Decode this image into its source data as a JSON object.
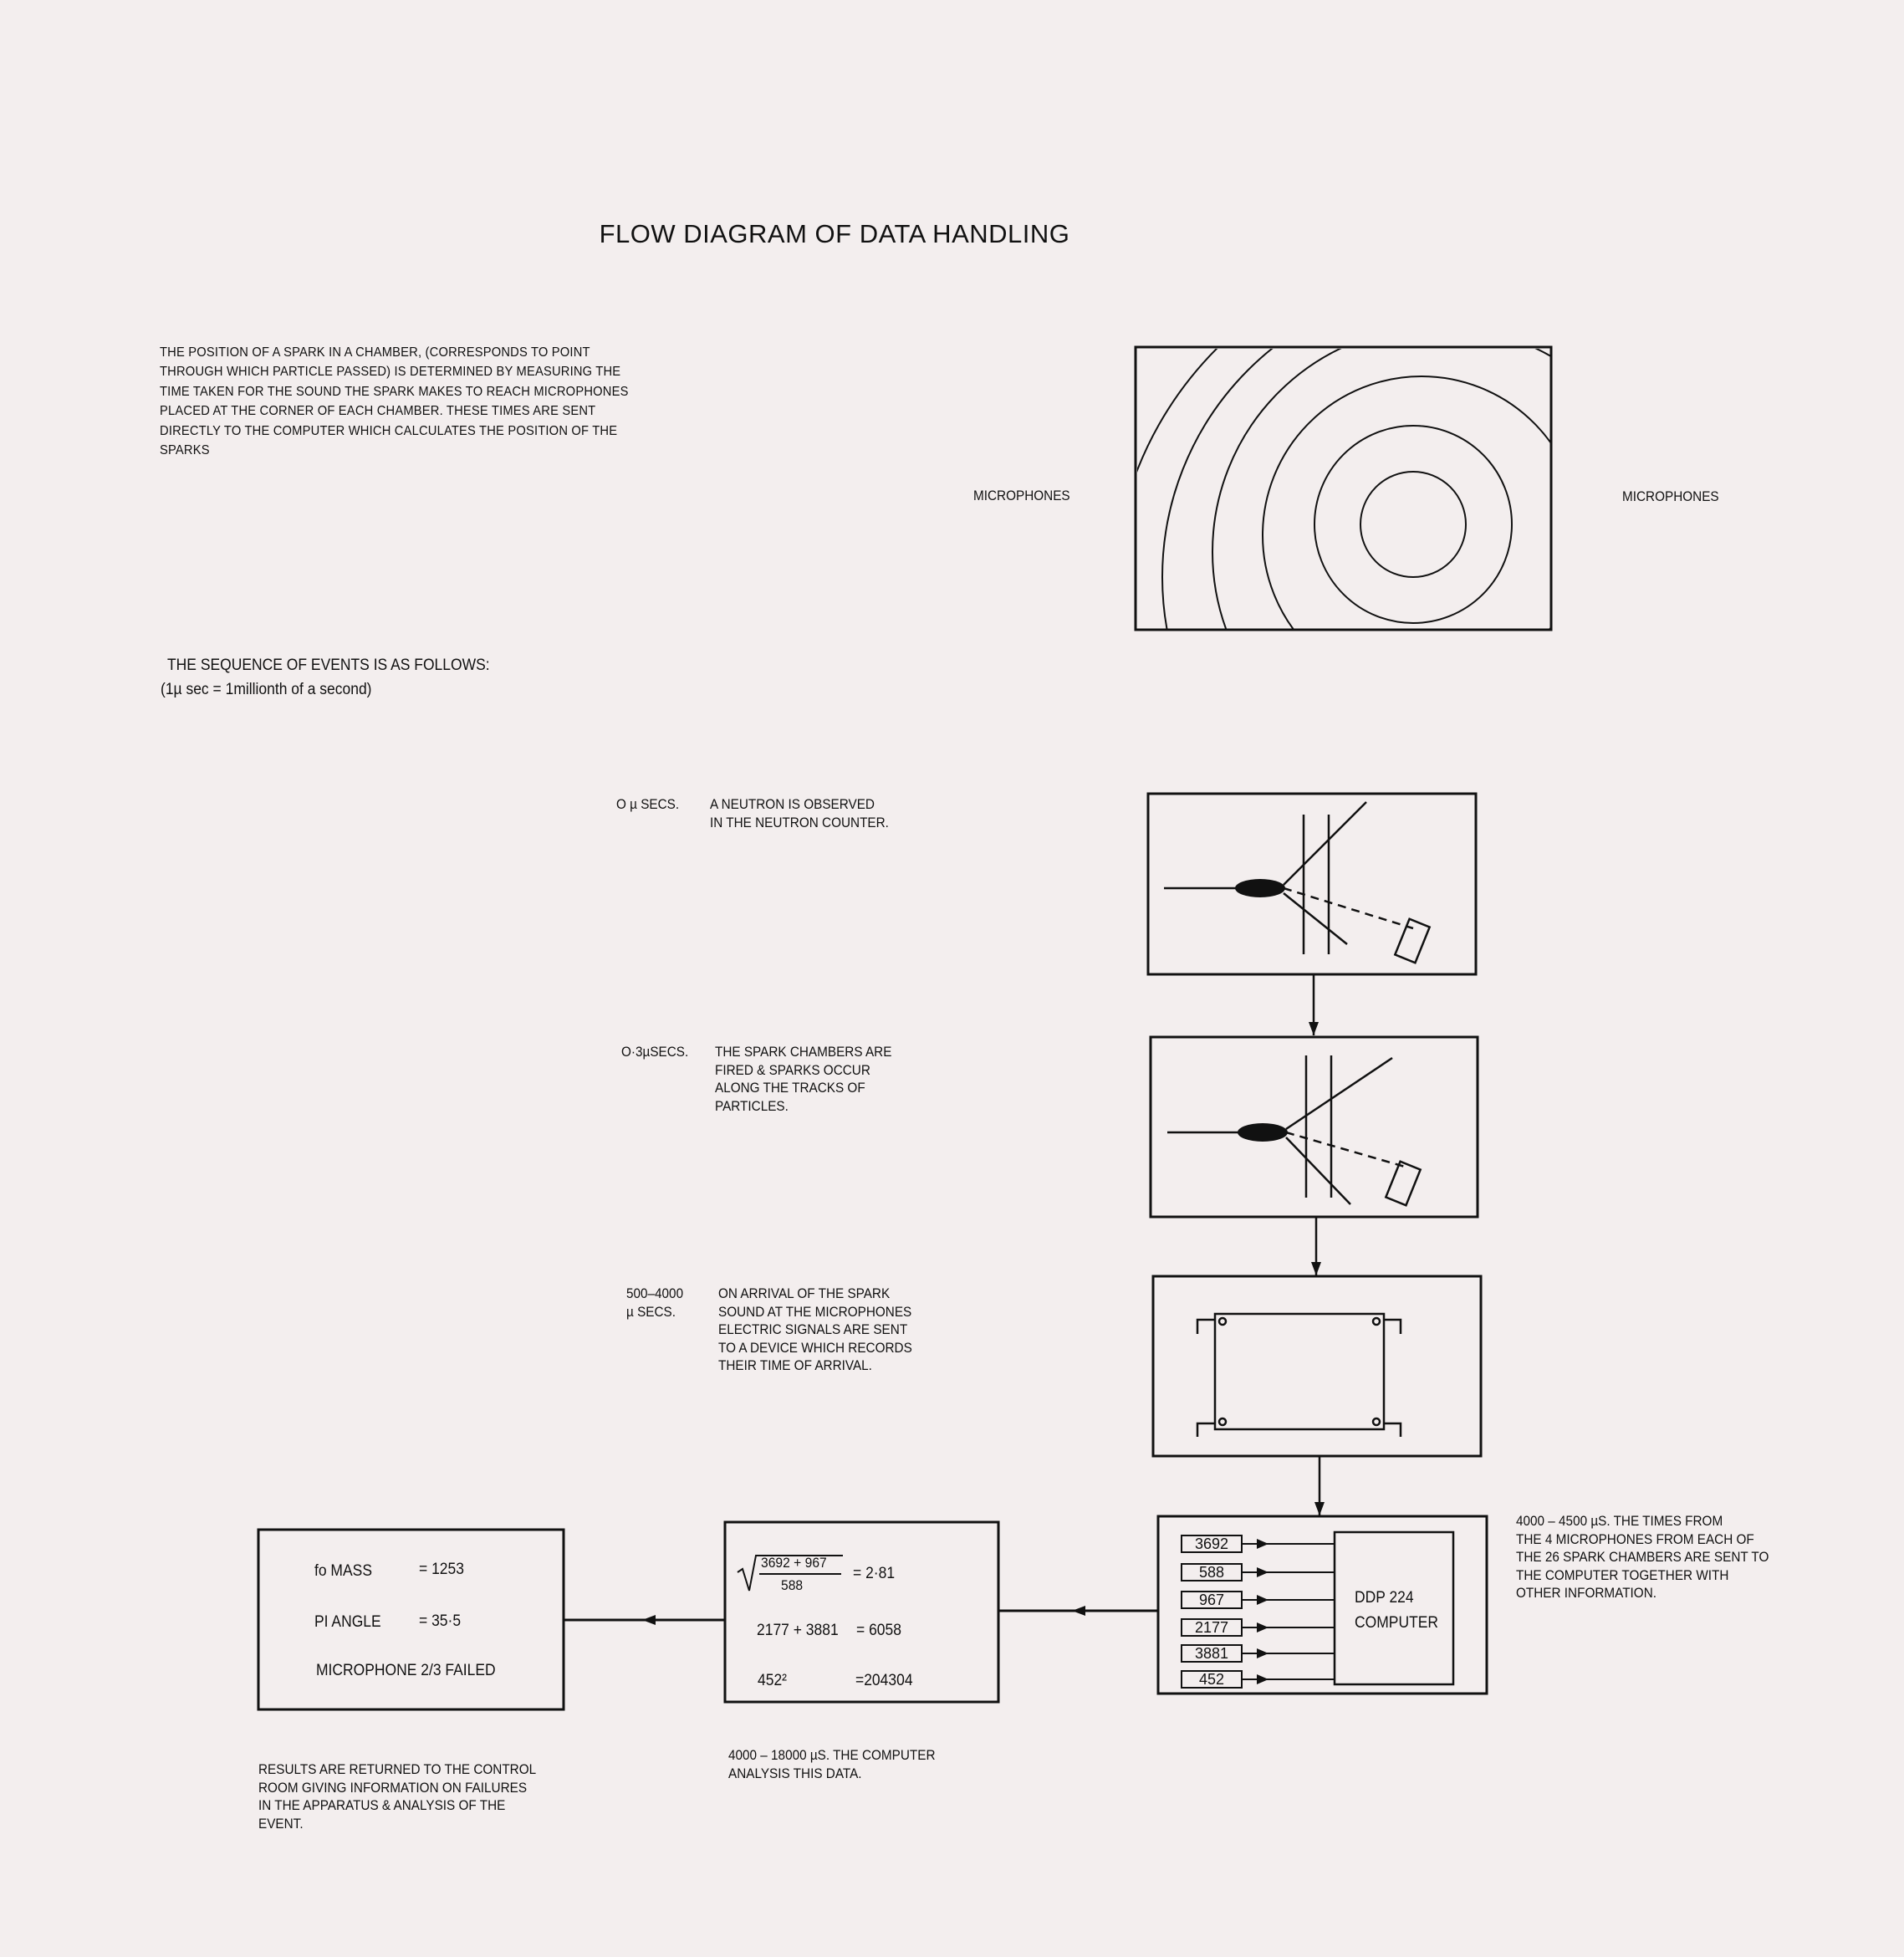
{
  "title": "FLOW DIAGRAM OF DATA HANDLING",
  "intro_lines": [
    "THE POSITION OF A SPARK IN A CHAMBER, (CORRESPONDS TO POINT",
    "THROUGH WHICH PARTICLE PASSED) IS DETERMINED BY MEASURING THE",
    "TIME TAKEN FOR THE SOUND THE SPARK MAKES TO REACH MICROPHONES",
    "PLACED AT THE CORNER OF EACH CHAMBER. THESE TIMES ARE SENT",
    "DIRECTLY TO THE COMPUTER WHICH CALCULATES THE POSITION OF THE",
    "SPARKS"
  ],
  "chamber": {
    "mic_left": "MICROPHONES",
    "mic_right": "MICROPHONES"
  },
  "sequence": {
    "heading": "THE SEQUENCE OF EVENTS IS AS FOLLOWS:",
    "note": "(1µ sec = 1millionth of a second)"
  },
  "events": [
    {
      "time": "O µ SECS.",
      "lines": [
        "A NEUTRON IS OBSERVED",
        "IN THE NEUTRON COUNTER."
      ]
    },
    {
      "time": "O·3µSECS.",
      "lines": [
        "THE SPARK CHAMBERS ARE",
        "FIRED & SPARKS OCCUR",
        "ALONG THE TRACKS OF",
        "PARTICLES."
      ]
    },
    {
      "time": "500–4000",
      "time2": "µ SECS.",
      "lines": [
        "ON ARRIVAL OF THE SPARK",
        "SOUND AT THE MICROPHONES",
        "ELECTRIC SIGNALS ARE SENT",
        "TO A DEVICE WHICH RECORDS",
        "THEIR TIME OF ARRIVAL."
      ]
    },
    {
      "lines": [
        "4000 – 4500 µS. THE TIMES FROM",
        "THE 4 MICROPHONES FROM EACH OF",
        "THE 26 SPARK CHAMBERS ARE SENT TO",
        "THE COMPUTER TOGETHER WITH",
        "OTHER INFORMATION."
      ]
    }
  ],
  "computer": {
    "values": [
      "3692",
      "588",
      "967",
      "2177",
      "3881",
      "452"
    ],
    "name": "DDP 224",
    "label": "COMPUTER"
  },
  "analysis": {
    "numerator": "3692 + 967",
    "denominator": "588",
    "result1": "= 2·81",
    "expr2": "2177 + 3881",
    "result2": "= 6058",
    "expr3": "452²",
    "result3": "=204304",
    "caption": [
      "4000 – 18000 µS. THE COMPUTER",
      "ANALYSIS THIS DATA."
    ]
  },
  "results": {
    "mass_label": "fo MASS",
    "mass_value": "= 1253",
    "angle_label": "PI ANGLE",
    "angle_value": "= 35·5",
    "failure": "MICROPHONE 2/3 FAILED",
    "caption": [
      "RESULTS ARE RETURNED TO THE CONTROL",
      "ROOM GIVING INFORMATION ON FAILURES",
      "IN THE APPARATUS & ANALYSIS OF THE",
      "EVENT."
    ]
  }
}
